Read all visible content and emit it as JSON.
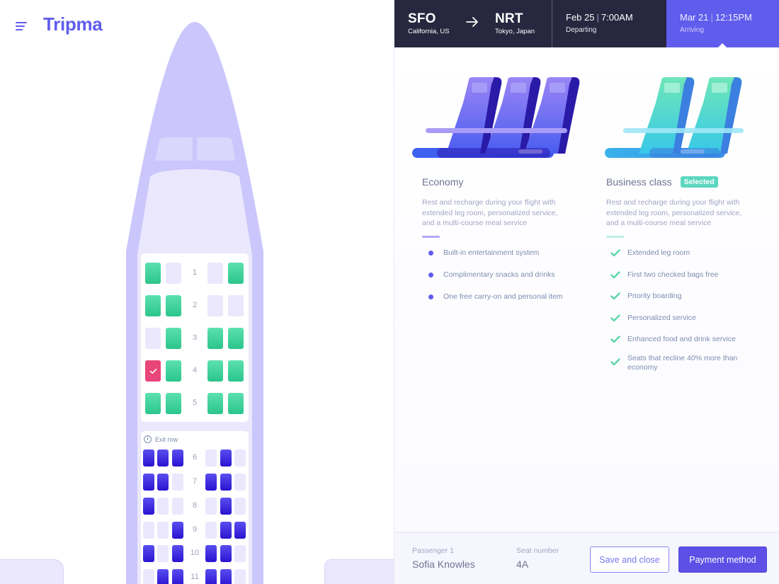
{
  "app": {
    "name": "Tripma"
  },
  "nav": {
    "menu_icon": "hamburger-menu-icon"
  },
  "flight": {
    "origin": {
      "code": "SFO",
      "city": "California, US"
    },
    "destination": {
      "code": "NRT",
      "city": "Tokyo, Japan"
    },
    "route_icon": "arrow-right-icon",
    "departing": {
      "date": "Feb 25",
      "time": "7:00AM",
      "label": "Departing"
    },
    "arriving": {
      "date": "Mar 21",
      "time": "12:15PM",
      "label": "Arriving",
      "active": true
    }
  },
  "classes": [
    {
      "name": "Economy",
      "selected": false,
      "description": "Rest and recharge during your flight with extended leg room, personalized service, and a multi-course meal service",
      "accent": "#605dec",
      "bullet_icon": "dot-icon",
      "features": [
        "Built-in entertainment system",
        "Complimentary snacks and drinks",
        "One free carry-on and personal item"
      ]
    },
    {
      "name": "Business class",
      "selected": true,
      "badge": "Selected",
      "description": "Rest and recharge during your flight with extended leg room, personalized service, and a multi-course meal service",
      "accent": "#5cd6c0",
      "bullet_icon": "check-icon",
      "features": [
        "Extended leg room",
        "First two checked bags free",
        "Priority boarding",
        "Personalized service",
        "Enhanced food and drink service",
        "Seats that recline 40% more than economy"
      ]
    }
  ],
  "seatmap": {
    "legend": {
      "available_business": "#2bc58c",
      "available_economy": "#3a2ae0",
      "unavailable": "#ebe8fd",
      "selected": "#e8457a"
    },
    "business": {
      "rows": [
        {
          "number": "1",
          "seats": [
            "available",
            "taken",
            "taken",
            "available"
          ]
        },
        {
          "number": "2",
          "seats": [
            "available",
            "available",
            "taken",
            "taken"
          ]
        },
        {
          "number": "3",
          "seats": [
            "taken",
            "available",
            "available",
            "available"
          ]
        },
        {
          "number": "4",
          "seats": [
            "selected",
            "available",
            "available",
            "available"
          ]
        },
        {
          "number": "5",
          "seats": [
            "available",
            "available",
            "available",
            "available"
          ]
        }
      ]
    },
    "economy": {
      "exit_row_label": "Exit row",
      "rows": [
        {
          "number": "6",
          "seats": [
            "available",
            "available",
            "available",
            "taken",
            "available",
            "taken"
          ]
        },
        {
          "number": "7",
          "seats": [
            "available",
            "available",
            "taken",
            "available",
            "available",
            "taken"
          ]
        },
        {
          "number": "8",
          "seats": [
            "available",
            "taken",
            "taken",
            "taken",
            "available",
            "taken"
          ]
        },
        {
          "number": "9",
          "seats": [
            "taken",
            "taken",
            "available",
            "taken",
            "available",
            "available"
          ]
        },
        {
          "number": "10",
          "seats": [
            "available",
            "taken",
            "available",
            "available",
            "available",
            "taken"
          ]
        },
        {
          "number": "11",
          "seats": [
            "taken",
            "available",
            "available",
            "available",
            "available",
            "taken"
          ]
        }
      ]
    }
  },
  "footer": {
    "passenger_label": "Passenger 1",
    "passenger_name": "Sofia Knowles",
    "seat_label": "Seat number",
    "seat_value": "4A",
    "save_button": "Save and close",
    "payment_button": "Payment method"
  }
}
